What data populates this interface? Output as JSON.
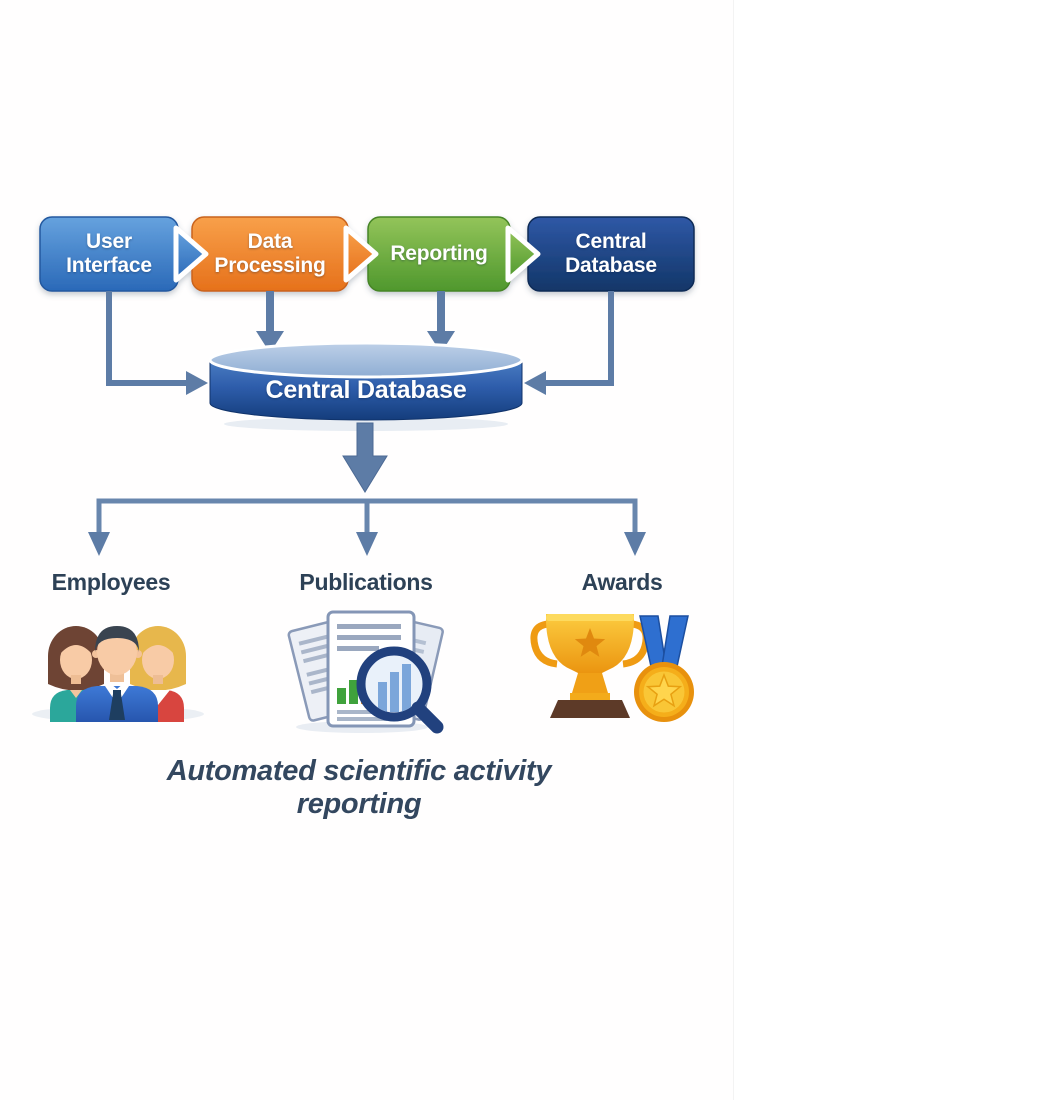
{
  "flow_steps": [
    {
      "label": "User\nInterface"
    },
    {
      "label": "Data\nProcessing"
    },
    {
      "label": "Reporting"
    },
    {
      "label": "Central\nDatabase"
    }
  ],
  "database_label": "Central Database",
  "categories": [
    {
      "label": "Employees",
      "icon": "people-group-icon"
    },
    {
      "label": "Publications",
      "icon": "documents-magnifier-icon"
    },
    {
      "label": "Awards",
      "icon": "trophy-medal-icon"
    }
  ],
  "caption": "Automated scientific activity reporting",
  "colors": {
    "step_user_interface": "#3d7cc9",
    "step_data_processing": "#ef7f1f",
    "step_reporting": "#67a83c",
    "step_central_database": "#1d4487",
    "cylinder_body": "#2e5dab",
    "connector": "#5d7ca6",
    "category_label_text": "#2d4156",
    "caption_text": "#33475f"
  }
}
